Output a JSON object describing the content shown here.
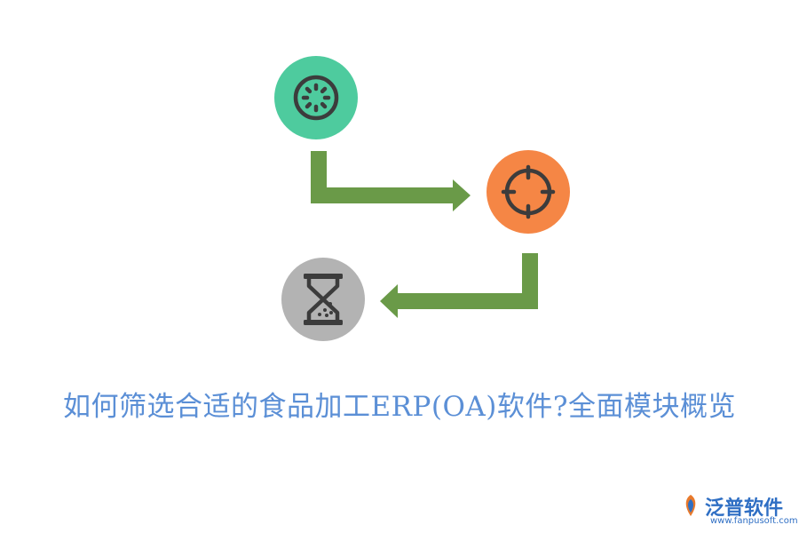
{
  "colors": {
    "green_circle": "#4ecb9e",
    "orange_circle": "#f58645",
    "gray_circle": "#b3b3b3",
    "icon_stroke": "#3c3c3c",
    "arrow": "#6a9a48",
    "title": "#5b8fd6",
    "logo": "#2f6fc4"
  },
  "icons": {
    "step1": "loading-spinner-icon",
    "step2": "crosshair-target-icon",
    "step3": "hourglass-icon"
  },
  "title": "如何筛选合适的食品加工ERP(OA)软件?全面模块概览",
  "logo": {
    "name": "泛普软件",
    "url": "www.fanpusoft.com"
  }
}
